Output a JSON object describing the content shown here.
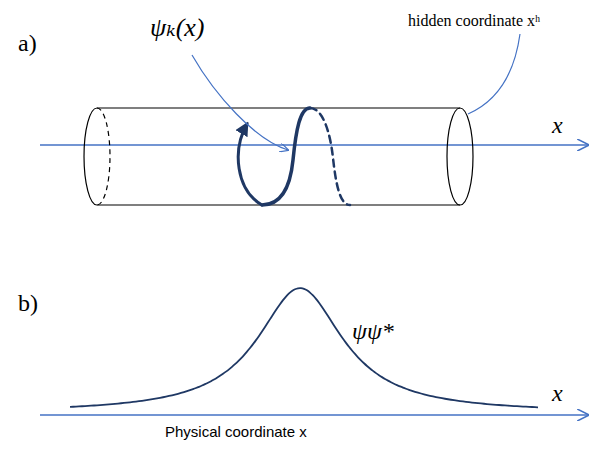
{
  "diagram": {
    "labels": [
      "a)",
      "ψₖ(x)",
      "hidden coordinate xʰ",
      "x",
      "b)",
      "ψψ*",
      "x",
      "Physical coordinate x"
    ]
  }
}
